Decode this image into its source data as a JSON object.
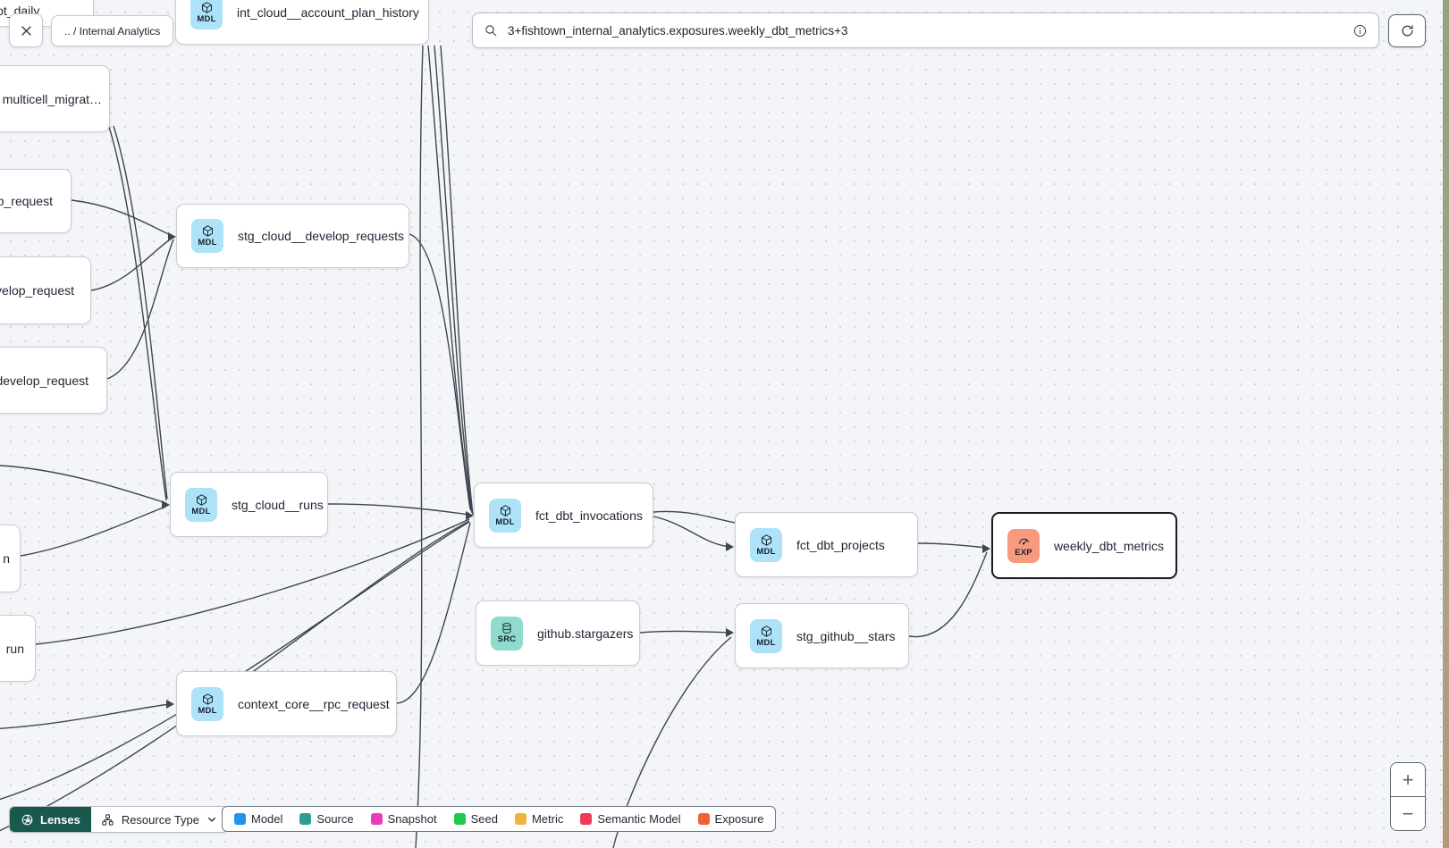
{
  "topbar": {
    "breadcrumb": ".. / Internal Analytics",
    "search_value": "3+fishtown_internal_analytics.exposures.weekly_dbt_metrics+3"
  },
  "badges": {
    "mdl": {
      "label": "MDL",
      "color": "#ade2f8"
    },
    "src": {
      "label": "SRC",
      "color": "#8fdccd"
    },
    "exp": {
      "label": "EXP",
      "color": "#f89a7e"
    }
  },
  "nodes": [
    {
      "label": "snapshot_daily"
    },
    {
      "label": "int_cloud__account_plan_history",
      "type": "model"
    },
    {
      "label": "multicell_migrat…"
    },
    {
      "label": "p_request"
    },
    {
      "label": "velop_request"
    },
    {
      "label": "develop_request"
    },
    {
      "label": "n"
    },
    {
      "label": "run"
    },
    {
      "label": "stg_cloud__develop_requests",
      "type": "model"
    },
    {
      "label": "stg_cloud__runs",
      "type": "model"
    },
    {
      "label": "context_core__rpc_request",
      "type": "model"
    },
    {
      "label": "fct_dbt_invocations",
      "type": "model"
    },
    {
      "label": "github.stargazers",
      "type": "source"
    },
    {
      "label": "fct_dbt_projects",
      "type": "model"
    },
    {
      "label": "stg_github__stars",
      "type": "model"
    },
    {
      "label": "weekly_dbt_metrics",
      "type": "exposure",
      "selected": true
    }
  ],
  "legend": {
    "items": [
      {
        "label": "Model",
        "color": "#2095eb"
      },
      {
        "label": "Source",
        "color": "#2f9d90"
      },
      {
        "label": "Snapshot",
        "color": "#ea3bbf"
      },
      {
        "label": "Seed",
        "color": "#1ec94e"
      },
      {
        "label": "Metric",
        "color": "#eeb43e"
      },
      {
        "label": "Semantic Model",
        "color": "#f13a57"
      },
      {
        "label": "Exposure",
        "color": "#ef6136"
      }
    ]
  },
  "toolbar": {
    "lenses": "Lenses",
    "resource_type": "Resource Type"
  },
  "zoom_controls": {
    "in": "+",
    "out": "−"
  },
  "colors": {
    "edge": "#3f4551",
    "lenses_bg": "#19584d",
    "canvas_bg": "#f4f5f8"
  }
}
